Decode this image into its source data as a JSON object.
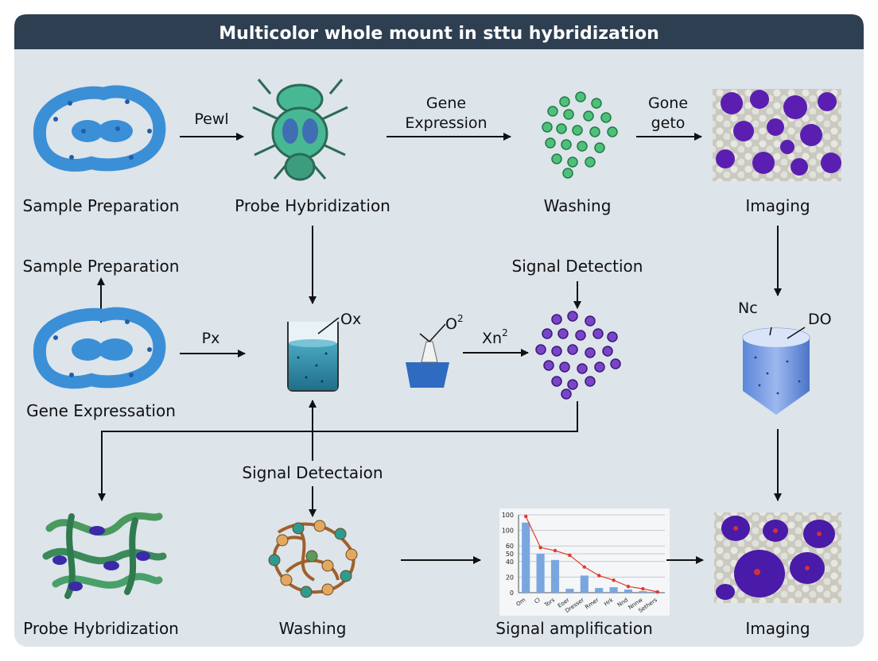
{
  "title": "Multicolor whole mount in sttu hybridization",
  "row1": {
    "sample_preparation": "Sample Preparation",
    "probe_hybridization": "Probe Hybridization",
    "washing": "Washing",
    "imaging": "Imaging",
    "arrow1_label": "Pewl",
    "arrow2_label_line1": "Gene",
    "arrow2_label_line2": "Expression",
    "arrow3_label_line1": "Gone",
    "arrow3_label_line2": "geto"
  },
  "row2": {
    "sample_preparation": "Sample Preparation",
    "gene_expression": "Gene Expressation",
    "signal_detection": "Signal Detection",
    "arrow_px": "Px",
    "beaker_label": "Ox",
    "flask_label": "O",
    "flask_sup": "2",
    "arrow_xn": "Xn",
    "arrow_xn_sup": "2",
    "cone_left": "Nc",
    "cone_right": "DO"
  },
  "row3": {
    "signal_detection": "Signal Detectaion",
    "probe_hybridization": "Probe Hybridization",
    "washing": "Washing",
    "signal_amplification": "Signal amplification",
    "imaging": "Imaging"
  },
  "colors": {
    "header": "#2e3f52",
    "panel": "#dde4ea",
    "arrow": "#111111",
    "blue_cell": "#3b8fd6",
    "green_cell": "#4fc07a",
    "purple_cell": "#6a2fb8",
    "bar": "#7aa6e0",
    "line": "#e03a2a"
  },
  "chart_data": {
    "type": "bar",
    "categories": [
      "Om",
      "Cl",
      "Tors",
      "Eoer",
      "Dresser",
      "Rmer",
      "Hrk",
      "Nnd",
      "Nnnw",
      "Sethers"
    ],
    "values": [
      90,
      50,
      42,
      5,
      22,
      6,
      7,
      4,
      2,
      1
    ],
    "line_values": [
      98,
      58,
      54,
      48,
      33,
      22,
      16,
      8,
      5,
      1
    ],
    "yticks": [
      0,
      20,
      40,
      50,
      60,
      80,
      100
    ],
    "ytick_labels": [
      "0",
      "20",
      "40",
      "50",
      "60",
      "100",
      "100"
    ],
    "ylim": [
      0,
      100
    ],
    "xlabel": "",
    "ylabel": ""
  }
}
